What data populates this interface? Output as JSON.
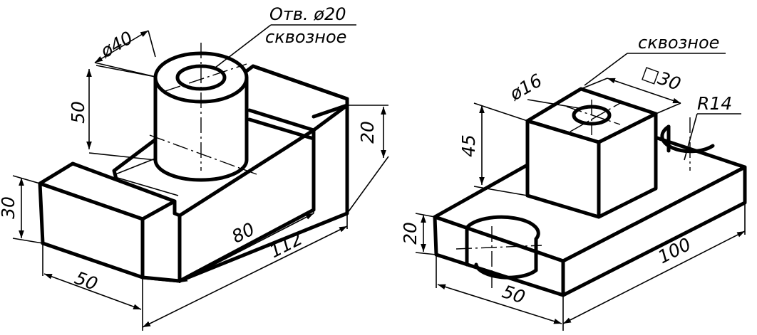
{
  "left_part": {
    "hole_label": "Отв. ø20",
    "through_label": "сквозное",
    "dims": {
      "cyl_diameter": "ø40",
      "cyl_height": "50",
      "rear_height": "20",
      "front_height": "30",
      "front_width": "50",
      "slot_length": "80",
      "total_length": "112"
    }
  },
  "right_part": {
    "through_label": "сквозное",
    "dims": {
      "hole_diameter": "ø16",
      "square": "□30",
      "radius": "R14",
      "cube_height": "45",
      "base_height": "20",
      "base_width": "50",
      "base_length": "100"
    }
  }
}
